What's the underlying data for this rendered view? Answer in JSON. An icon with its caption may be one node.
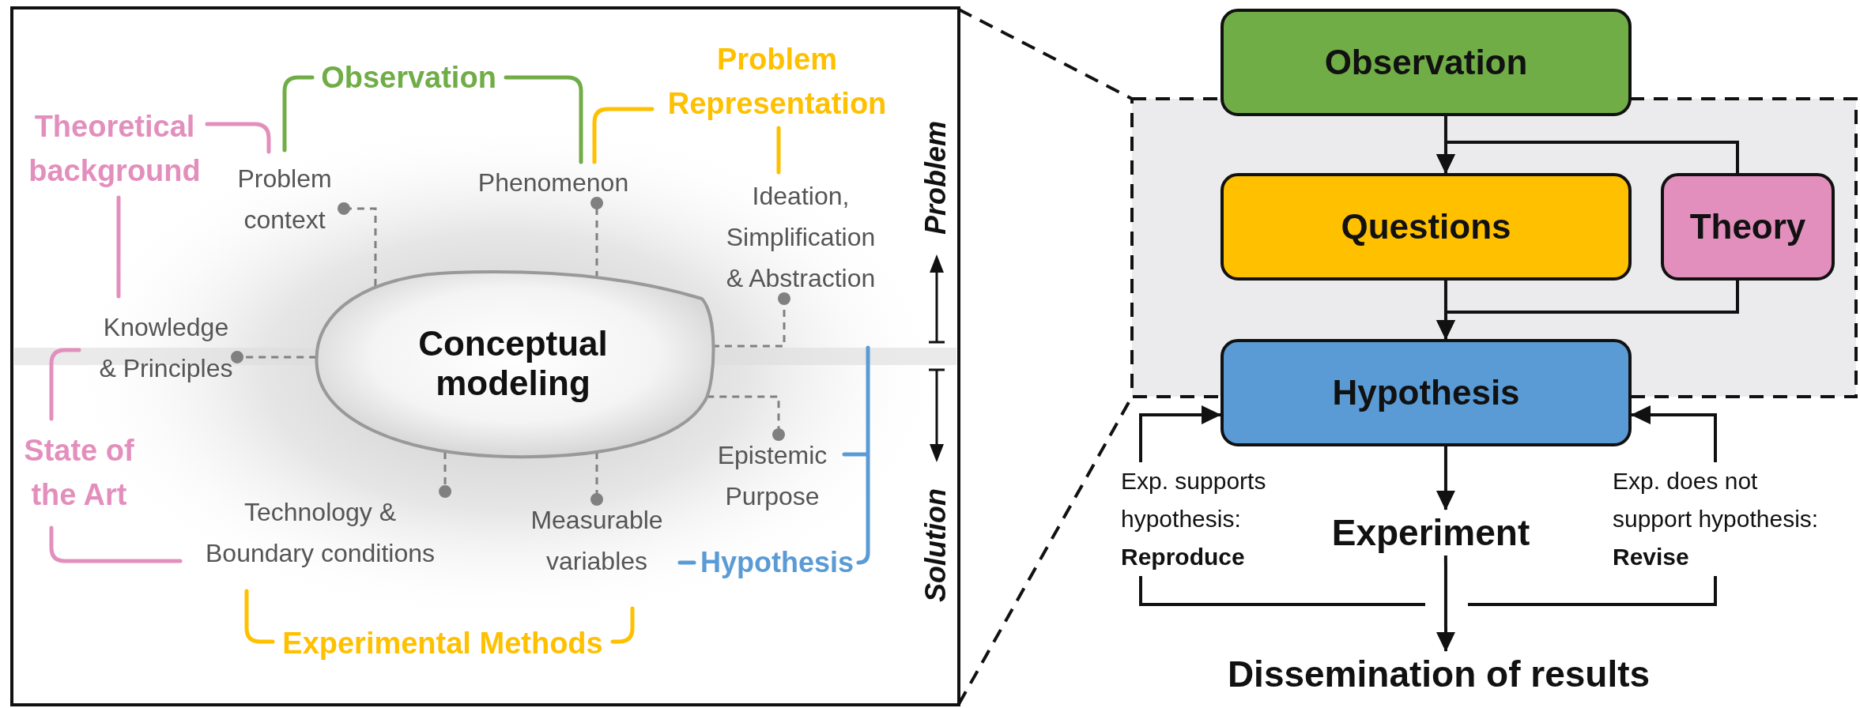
{
  "diagram": {
    "nodes": [
      {
        "text": [
          "Problem context"
        ]
      },
      {
        "text": [
          "Phenomenon"
        ]
      },
      {
        "text": [
          "Ideation, Simplification & Abstraction"
        ]
      },
      {
        "text": [
          "Knowledge & Principles"
        ]
      },
      {
        "text": [
          "Conceptual modeling"
        ]
      },
      {
        "text": [
          "Epistemic Purpose"
        ]
      },
      {
        "text": [
          "Technology & Boundary conditions"
        ]
      },
      {
        "text": [
          "Measurable variables"
        ]
      },
      {
        "text": [
          "Observation"
        ]
      },
      {
        "text": [
          "Questions"
        ]
      },
      {
        "text": [
          "Theory"
        ]
      },
      {
        "text": [
          "Hypothesis"
        ]
      },
      {
        "text": [
          "Experiment"
        ]
      },
      {
        "text": [
          "Dissemination of results"
        ]
      }
    ],
    "edges": [
      {
        "from": 4,
        "to": 0,
        "arrow": "other",
        "style": "dashed",
        "color": "#808080"
      },
      {
        "from": 4,
        "to": 1,
        "arrow": "other",
        "style": "dashed",
        "color": "#808080"
      },
      {
        "from": 4,
        "to": 2,
        "arrow": "other",
        "style": "dashed",
        "color": "#808080"
      },
      {
        "from": 4,
        "to": 3,
        "arrow": "other",
        "style": "dashed",
        "color": "#808080"
      },
      {
        "from": 4,
        "to": 5,
        "arrow": "other",
        "style": "dashed",
        "color": "#808080"
      },
      {
        "from": 4,
        "to": 6,
        "arrow": "other",
        "style": "dashed",
        "color": "#808080"
      },
      {
        "from": 4,
        "to": 7,
        "arrow": "other",
        "style": "dashed",
        "color": "#808080"
      },
      {
        "from": 8,
        "to": 9,
        "arrow": "to"
      },
      {
        "from": 10,
        "to": 9,
        "arrow": "to"
      },
      {
        "from": 9,
        "to": 11,
        "arrow": "to"
      },
      {
        "from": 10,
        "to": 11,
        "arrow": "to"
      },
      {
        "from": 11,
        "to": 12,
        "arrow": "to"
      },
      {
        "from": 12,
        "to": 13,
        "arrow": "to"
      },
      {
        "from": null,
        "to": 11,
        "arrow": "to",
        "label": "Exp. supports hypothesis: **Reproduce**"
      },
      {
        "from": null,
        "to": 11,
        "arrow": "to",
        "label": "Exp. does not support hypothesis: **Revise**"
      }
    ],
    "labels": [
      "Observation",
      "Problem Representation",
      "Theoretical background",
      "Problem",
      "State of the Art",
      "Solution",
      "Hypothesis",
      "Experimental Methods"
    ]
  }
}
